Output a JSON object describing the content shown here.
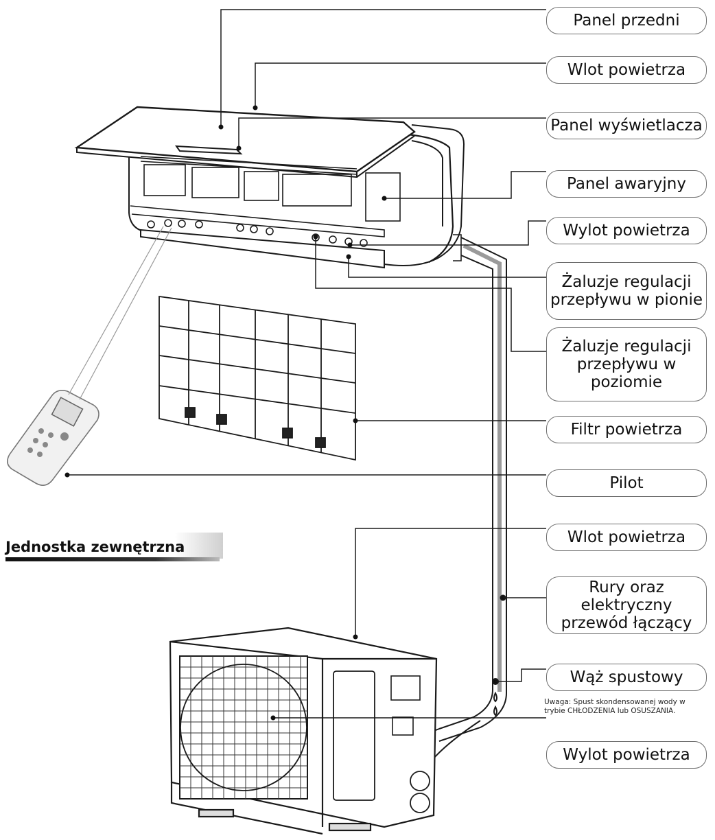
{
  "labels": {
    "front_panel": "Panel przedni",
    "air_inlet_indoor": "Wlot powietrza",
    "display_panel": "Panel wyświetlacza",
    "emergency_panel": "Panel awaryjny",
    "air_outlet_indoor": "Wylot powietrza",
    "vertical_louvers": "Żaluzje regulacji\nprzepływu w pionie",
    "horizontal_louvers": "Żaluzje regulacji\nprzepływu w\npoziomie",
    "air_filter": "Filtr powietrza",
    "remote": "Pilot",
    "air_inlet_outdoor": "Wlot powietrza",
    "pipes_cable": "Rury oraz elektryczny\nprzewód łączący",
    "drain_hose": "Wąż spustowy",
    "air_outlet_outdoor": "Wylot powietrza"
  },
  "note": "Uwaga: Spust skondensowanej wody w\ntrybie CHŁODZENIA lub OSUSZANIA.",
  "section_title": "Jednostka zewnętrzna",
  "colors": {
    "line": "#1a1a1a",
    "border": "#6d6d6d",
    "pipe": "#9a9a9a"
  }
}
